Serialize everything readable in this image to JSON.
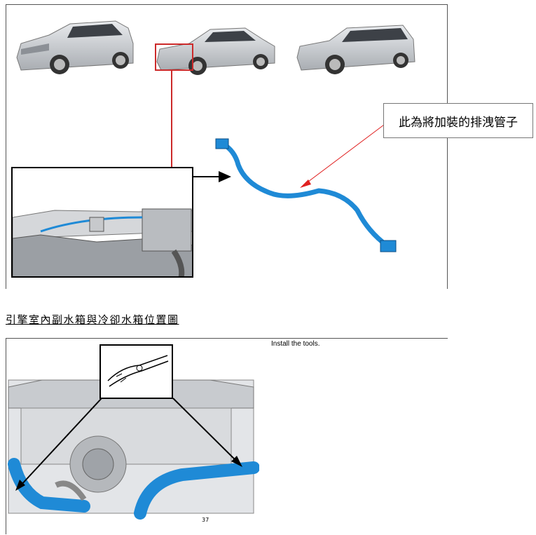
{
  "callout": {
    "text": "此為將加裝的排洩管子"
  },
  "caption": {
    "text": "引擎室內副水箱與冷卻水箱位置圖"
  },
  "instruction": {
    "text": "Install the tools."
  },
  "figure_mark": {
    "text": "37"
  },
  "colors": {
    "hose": "#1f8ad6",
    "highlight_box": "#cc2a2a",
    "pointer": "#e02020",
    "car_body": "#c9ccd0"
  },
  "images": [
    {
      "name": "suv-car",
      "icon": "car-suv-icon"
    },
    {
      "name": "sedan-car",
      "icon": "car-sedan-icon"
    },
    {
      "name": "wagon-car",
      "icon": "car-wagon-icon"
    }
  ]
}
